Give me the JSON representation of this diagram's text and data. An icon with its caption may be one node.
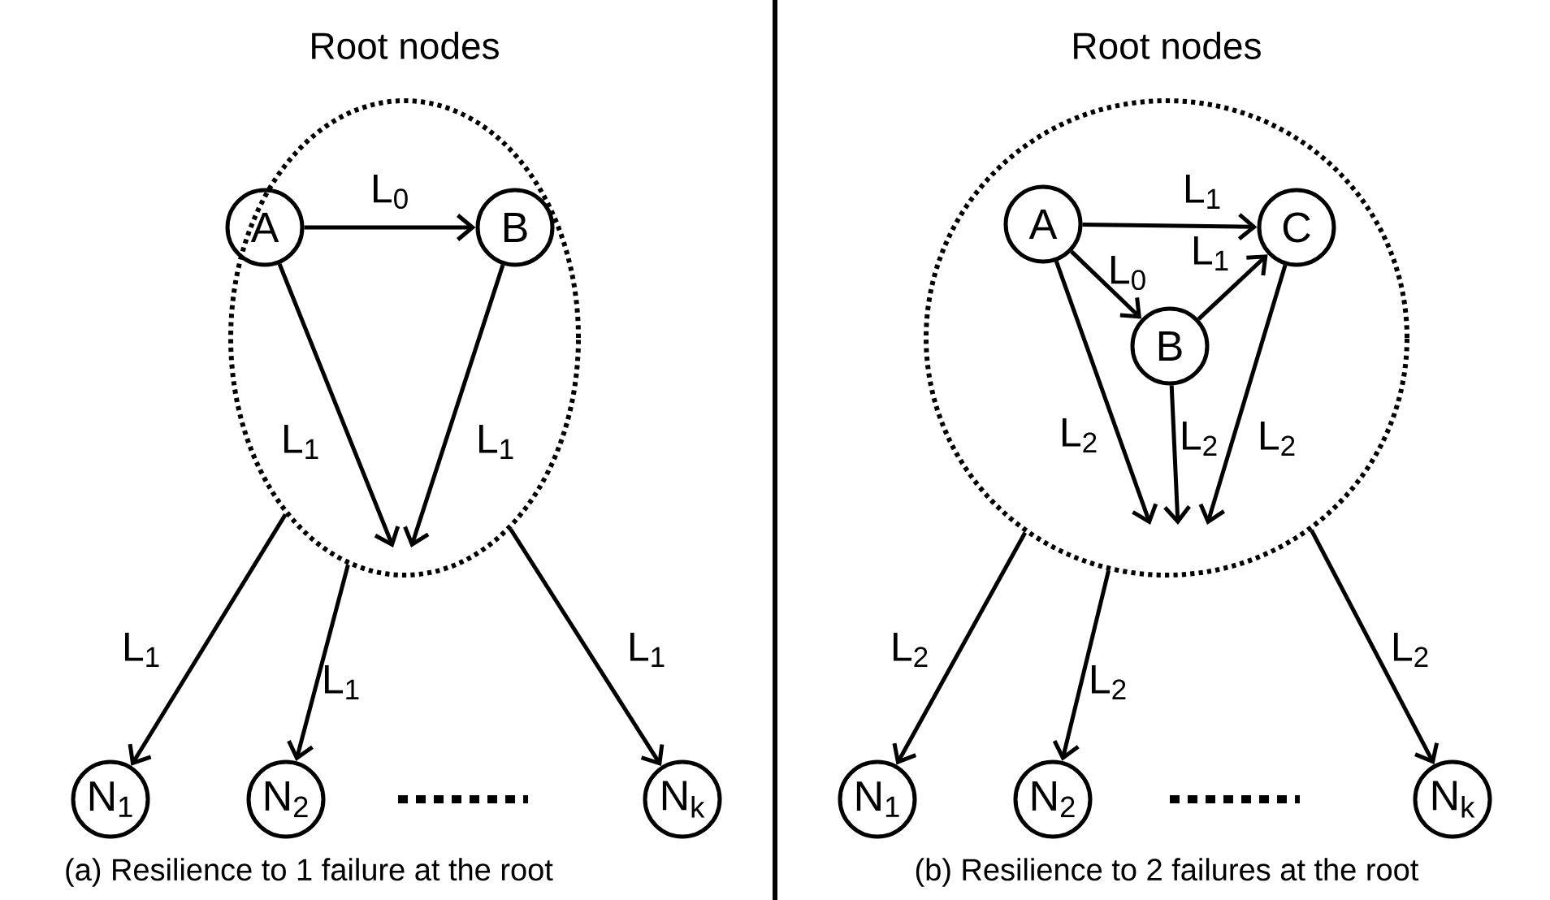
{
  "diagram": {
    "nodes": [
      {
        "text": [
          "Root nodes"
        ]
      },
      {
        "text": [
          "A"
        ],
        "in": 0
      },
      {
        "text": [
          "B"
        ],
        "in": 0
      },
      {
        "text": [
          "N$_{1}$"
        ]
      },
      {
        "text": [
          "N$_{2}$"
        ]
      },
      {
        "text": [
          "N$_{k}$"
        ]
      },
      {
        "text": [
          "Root nodes"
        ]
      },
      {
        "text": [
          "A"
        ],
        "in": 6
      },
      {
        "text": [
          "C"
        ],
        "in": 6
      },
      {
        "text": [
          "B"
        ],
        "in": 6
      },
      {
        "text": [
          "N$_{1}$"
        ]
      },
      {
        "text": [
          "N$_{2}$"
        ]
      },
      {
        "text": [
          "N$_{k}$"
        ]
      }
    ],
    "edges": [
      {
        "from": 1,
        "to": 2,
        "arrow": "to",
        "label": "L$_{0}$"
      },
      {
        "from": 1,
        "to": null,
        "arrow": "to",
        "label": "L$_{1}$"
      },
      {
        "from": 2,
        "to": null,
        "arrow": "to",
        "label": "L$_{1}$"
      },
      {
        "from": 0,
        "to": 3,
        "arrow": "to",
        "label": "L$_{1}$"
      },
      {
        "from": 0,
        "to": 4,
        "arrow": "to",
        "label": "L$_{1}$"
      },
      {
        "from": 0,
        "to": 5,
        "arrow": "to",
        "label": "L$_{1}$"
      },
      {
        "from": 7,
        "to": 8,
        "arrow": "to",
        "label": "L$_{1}$"
      },
      {
        "from": 7,
        "to": 9,
        "arrow": "to",
        "label": "L$_{0}$"
      },
      {
        "from": 9,
        "to": 8,
        "arrow": "to",
        "label": "L$_{1}$"
      },
      {
        "from": 7,
        "to": null,
        "arrow": "to",
        "label": "L$_{2}$"
      },
      {
        "from": 9,
        "to": null,
        "arrow": "to",
        "label": "L$_{2}$"
      },
      {
        "from": 8,
        "to": null,
        "arrow": "to",
        "label": "L$_{2}$"
      },
      {
        "from": 6,
        "to": 10,
        "arrow": "to",
        "label": "L$_{2}$"
      },
      {
        "from": 6,
        "to": 11,
        "arrow": "to",
        "label": "L$_{2}$"
      },
      {
        "from": 6,
        "to": 12,
        "arrow": "to",
        "label": "L$_{2}$"
      }
    ],
    "labels": [
      "(a) Resilience to 1 failure at the root",
      "(b) Resilience to 2 failures at the root"
    ]
  }
}
